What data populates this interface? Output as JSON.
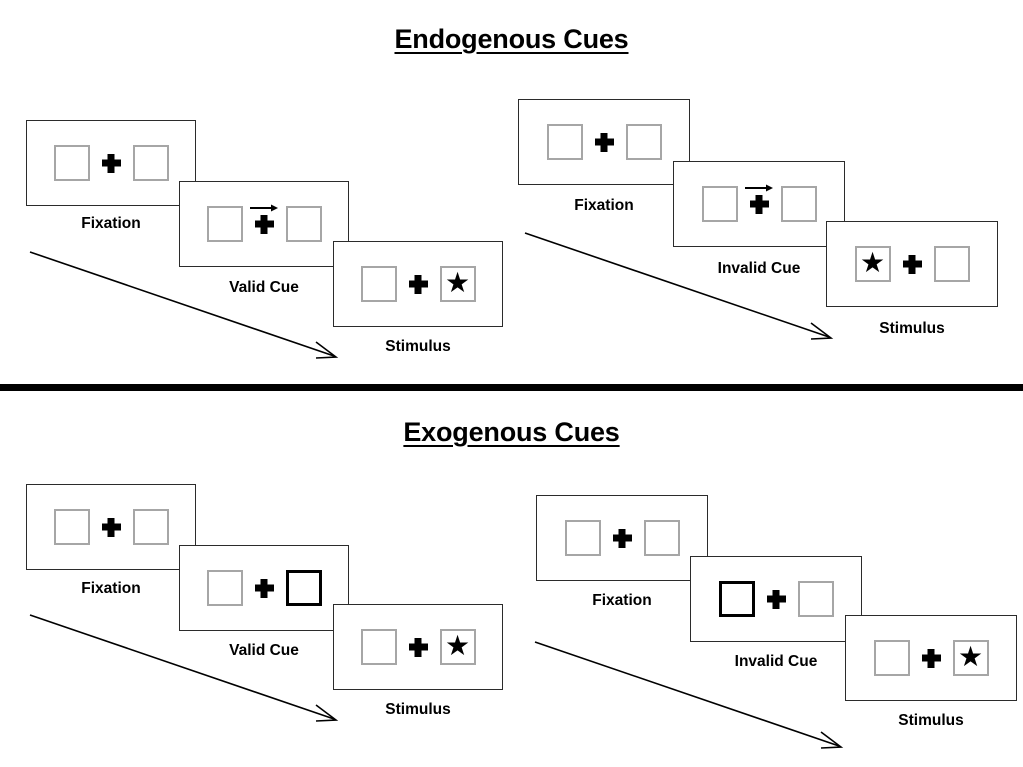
{
  "figure": {
    "sections": [
      {
        "id": "endogenous",
        "title": "Endogenous Cues",
        "sequences": [
          {
            "id": "endogenous-valid",
            "frames": [
              {
                "caption": "Fixation",
                "left_box": "empty",
                "right_box": "empty",
                "cue": "none",
                "center": "fixation-cross"
              },
              {
                "caption": "Valid Cue",
                "left_box": "empty",
                "right_box": "empty",
                "cue": "arrow-right",
                "center": "fixation-cross"
              },
              {
                "caption": "Stimulus",
                "left_box": "empty",
                "right_box": "star",
                "cue": "none",
                "center": "fixation-cross"
              }
            ]
          },
          {
            "id": "endogenous-invalid",
            "frames": [
              {
                "caption": "Fixation",
                "left_box": "empty",
                "right_box": "empty",
                "cue": "none",
                "center": "fixation-cross"
              },
              {
                "caption": "Invalid Cue",
                "left_box": "empty",
                "right_box": "empty",
                "cue": "arrow-right",
                "center": "fixation-cross"
              },
              {
                "caption": "Stimulus",
                "left_box": "star",
                "right_box": "empty",
                "cue": "none",
                "center": "fixation-cross"
              }
            ]
          }
        ]
      },
      {
        "id": "exogenous",
        "title": "Exogenous Cues",
        "sequences": [
          {
            "id": "exogenous-valid",
            "frames": [
              {
                "caption": "Fixation",
                "left_box": "empty",
                "right_box": "empty",
                "cue": "none",
                "center": "fixation-cross"
              },
              {
                "caption": "Valid Cue",
                "left_box": "empty",
                "right_box": "highlighted",
                "cue": "box-flash-right",
                "center": "fixation-cross"
              },
              {
                "caption": "Stimulus",
                "left_box": "empty",
                "right_box": "star",
                "cue": "none",
                "center": "fixation-cross"
              }
            ]
          },
          {
            "id": "exogenous-invalid",
            "frames": [
              {
                "caption": "Fixation",
                "left_box": "empty",
                "right_box": "empty",
                "cue": "none",
                "center": "fixation-cross"
              },
              {
                "caption": "Invalid Cue",
                "left_box": "highlighted",
                "right_box": "empty",
                "cue": "box-flash-left",
                "center": "fixation-cross"
              },
              {
                "caption": "Stimulus",
                "left_box": "empty",
                "right_box": "star",
                "cue": "none",
                "center": "fixation-cross"
              }
            ]
          }
        ]
      }
    ],
    "glyphs": {
      "star": "★"
    },
    "colors": {
      "ink": "#000000",
      "panel_border": "#2b2b2b",
      "placeholder_border": "#a6a6a6",
      "cued_border": "#000000",
      "background": "#ffffff"
    }
  }
}
